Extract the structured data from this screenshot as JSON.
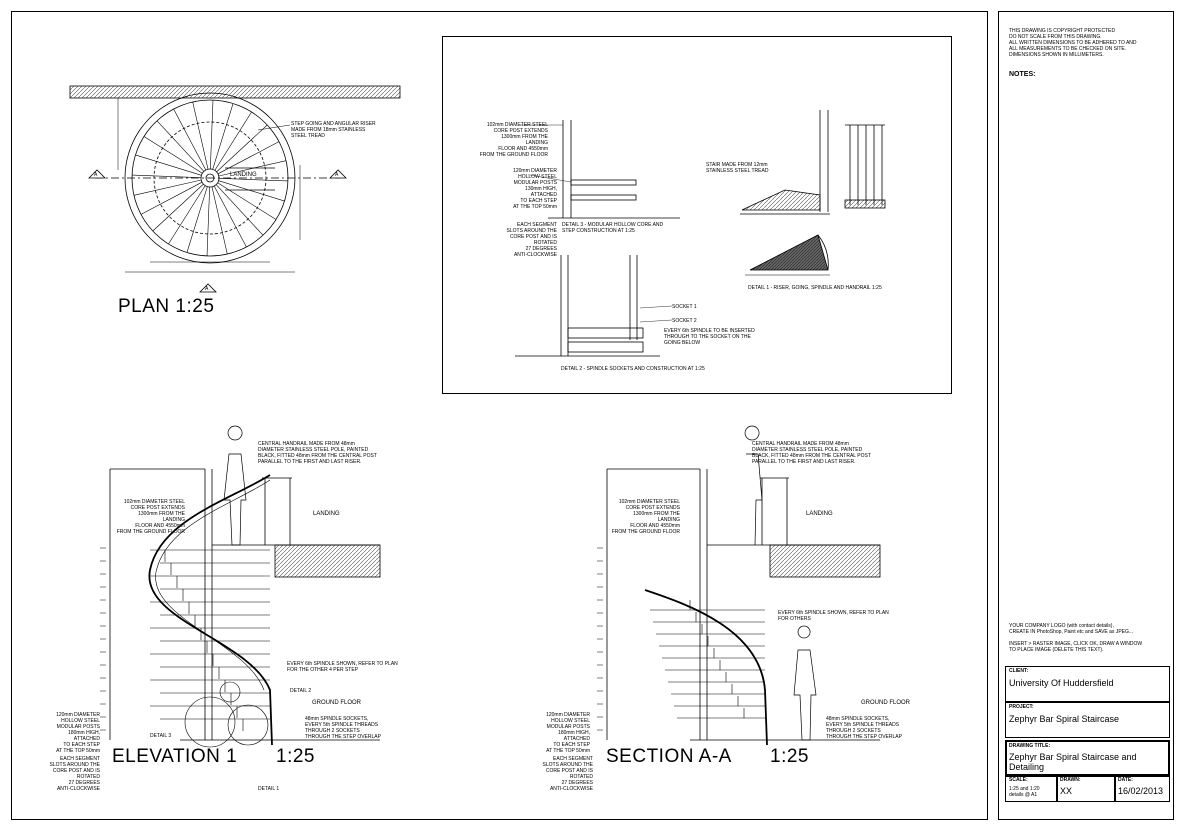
{
  "sheet": {
    "copyright_note": "THIS DRAWING IS COPYRIGHT PROTECTED\nDO NOT SCALE FROM THIS DRAWING.\nALL WRITTEN DIMENSIONS TO BE ADHERED TO AND\nALL MEASUREMENTS TO BE CHECKED ON SITE.\nDIMENSIONS SHOWN IN MILLIMETERS.",
    "notes_label": "NOTES:",
    "logo_note": "YOUR COMPANY LOGO (with contact details),\nCREATE IN PhotoShop, Paint etc and SAVE as JPEG...\n\nINSERT > RASTER IMAGE, CLICK OK, DRAW A WINDOW\nTO PLACE IMAGE (DELETE THIS TEXT).",
    "client_label": "CLIENT:",
    "client_value": "University Of Huddersfield",
    "project_label": "PROJECT:",
    "project_value": "Zephyr Bar Spiral Staircase",
    "drawing_title_label": "DRAWING TITLE:",
    "drawing_title_value": "Zephyr Bar Spiral Staircase and\nDetailing",
    "scale_label": "SCALE:",
    "scale_value": "1:25 and 1:20\ndetails @ A1",
    "drawn_label": "DRAWN:",
    "drawn_value": "XX",
    "date_label": "DATE:",
    "date_value": "16/02/2013"
  },
  "plan": {
    "title": "PLAN 1:25",
    "landing_label": "LANDING",
    "step_note": "STEP GOING AND ANGULAR RISER\nMADE FROM 18mm STAINLESS\nSTEEL TREAD",
    "section_marker": "A"
  },
  "details": {
    "core_post_note": "102mm DIAMETER STEEL\nCORE POST EXTENDS\n1300mm FROM THE LANDING\nFLOOR AND 4550mm\nFROM THE GROUND FLOOR",
    "modular_posts_note": "120mm DIAMETER\nHOLLOW STEEL\nMODULAR POSTS\n130mm HIGH,\nATTACHED\nTO EACH STEP\nAT THE TOP 50mm",
    "segment_note": "EACH SEGMENT\nSLOTS AROUND THE\nCORE POST AND IS\nROTATED\n27 DEGREES\nANTI-CLOCKWISE",
    "detail3_caption": "DETAIL 3 - MODULAR HOLLOW CORE AND\nSTEP CONSTRUCTION AT 1:25",
    "stair_tread_note": "STAIR MADE FROM 12mm\nSTAINLESS STEEL TREAD",
    "detail1_caption": "DETAIL 1 - RISER, GOING, SPINDLE AND HANDRAIL 1:25",
    "socket1": "SOCKET 1",
    "socket2": "SOCKET 2",
    "spindle_socket_note": "EVERY 6th SPINDLE TO BE INSERTED\nTHROUGH TO THE SOCKET ON THE\nGOING BELOW",
    "detail2_caption": "DETAIL 2 - SPINDLE SOCKETS AND CONSTRUCTION AT 1:25"
  },
  "elevation": {
    "title": "ELEVATION 1",
    "scale": "1:25",
    "handrail_note": "CENTRAL HANDRAIL MADE FROM 48mm\nDIAMETER STAINLESS STEEL POLE, PAINTED\nBLACK, FITTED 48mm FROM THE CENTRAL POST\nPARALLEL TO THE FIRST AND LAST RISER.",
    "core_post_note": "102mm DIAMETER STEEL\nCORE POST EXTENDS\n1300mm FROM THE LANDING\nFLOOR AND 4550mm\nFROM THE GROUND FLOOR",
    "landing_label": "LANDING",
    "ground_floor_label": "GROUND FLOOR",
    "spindle_note": "EVERY 6th SPINDLE SHOWN, REFER TO PLAN\nFOR THE OTHER 4 PER STEP",
    "detail2_tag": "DETAIL 2",
    "detail3_tag": "DETAIL 3",
    "detail1_tag": "DETAIL 1",
    "sockets_note": "48mm SPINDLE SOCKETS,\nEVERY 5th SPINDLE THREADS\nTHROUGH 2 SOCKETS\nTHROUGH THE STEP OVERLAP",
    "posts_note": "120mm DIAMETER\nHOLLOW STEEL\nMODULAR POSTS\n180mm HIGH,\nATTACHED\nTO EACH STEP\nAT THE TOP 50mm",
    "segment_note": "EACH SEGMENT\nSLOTS AROUND THE\nCORE POST AND IS\nROTATED\n27 DEGREES\nANTI-CLOCKWISE"
  },
  "section": {
    "title": "SECTION A-A",
    "scale": "1:25",
    "handrail_note": "CENTRAL HANDRAIL MADE FROM 48mm\nDIAMETER STAINLESS STEEL POLE, PAINTED\nBLACK, FITTED 48mm FROM THE CENTRAL POST\nPARALLEL TO THE FIRST AND LAST RISER.",
    "core_post_note": "102mm DIAMETER STEEL\nCORE POST EXTENDS\n1300mm FROM THE LANDING\nFLOOR AND 4550mm\nFROM THE GROUND FLOOR",
    "landing_label": "LANDING",
    "ground_floor_label": "GROUND FLOOR",
    "spindle_note": "EVERY 6th SPINDLE SHOWN, REFER TO PLAN\nFOR OTHERS",
    "sockets_note": "48mm SPINDLE SOCKETS,\nEVERY 5th SPINDLE THREADS\nTHROUGH 2 SOCKETS\nTHROUGH THE STEP OVERLAP",
    "posts_note": "120mm DIAMETER\nHOLLOW STEEL\nMODULAR POSTS\n180mm HIGH,\nATTACHED\nTO EACH STEP\nAT THE TOP 50mm",
    "segment_note": "EACH SEGMENT\nSLOTS AROUND THE\nCORE POST AND IS\nROTATED\n27 DEGREES\nANTI-CLOCKWISE"
  }
}
